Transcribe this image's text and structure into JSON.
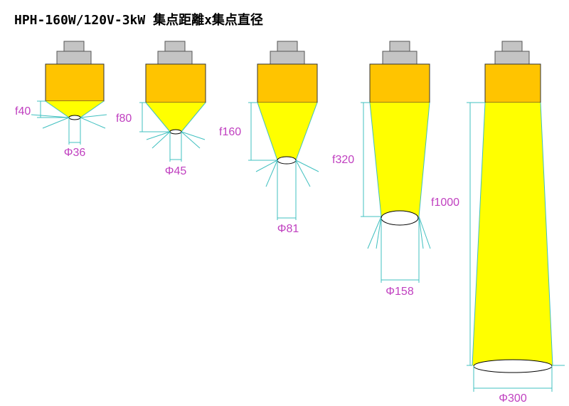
{
  "title": "HPH-160W/120V-3kW  集点距離x集点直径",
  "colors": {
    "cap": "#c4c4c4",
    "body": "#ffc400",
    "beam": "#ffff00",
    "dimension_line": "#40c0c0",
    "dimension_text": "#c040c0",
    "outline": "#000000"
  },
  "heaters": [
    {
      "focal_label": "f40",
      "diameter_label": "Φ36"
    },
    {
      "focal_label": "f80",
      "diameter_label": "Φ45"
    },
    {
      "focal_label": "f160",
      "diameter_label": "Φ81"
    },
    {
      "focal_label": "f320",
      "diameter_label": "Φ158"
    },
    {
      "focal_label": "f1000",
      "diameter_label": "Φ300"
    }
  ]
}
